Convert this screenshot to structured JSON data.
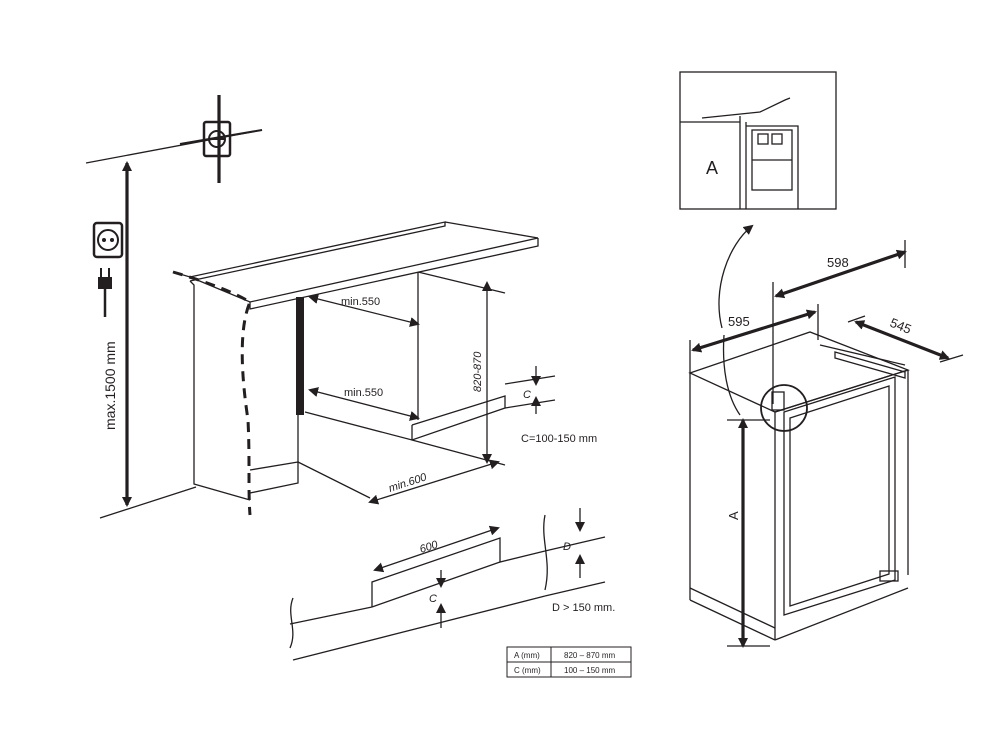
{
  "labels": {
    "max_height": "max.1500 mm",
    "min_upper": "min.550",
    "min_lower": "min.550",
    "height_range": "820-870",
    "c_upper": "C",
    "c_range": "C=100-150 mm",
    "min_depth": "min.600",
    "vent_width": "600",
    "d_mark": "D",
    "c_lower": "C",
    "d_rule": "D > 150 mm.",
    "width_595": "595",
    "width_598": "598",
    "depth_545": "545",
    "a_side": "A",
    "a_detail": "A"
  },
  "table": {
    "rows": [
      {
        "key": "A (mm)",
        "value": "820 – 870 mm"
      },
      {
        "key": "C (mm)",
        "value": "100 – 150 mm"
      }
    ]
  },
  "colors": {
    "line": "#231f20",
    "background": "#ffffff"
  }
}
